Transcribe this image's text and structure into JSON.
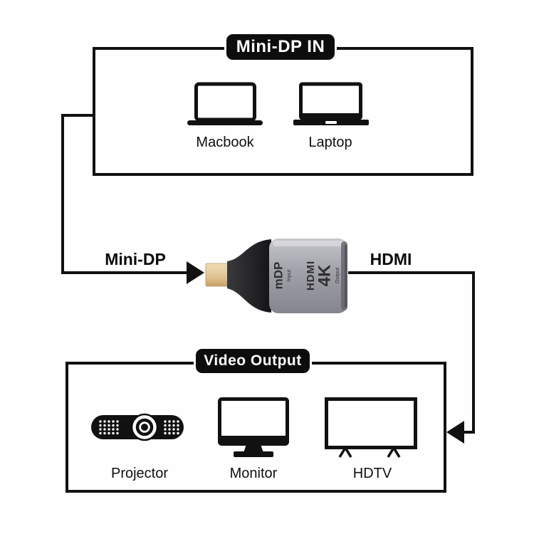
{
  "diagram": {
    "input_section": {
      "badge": "Mini-DP IN",
      "devices": [
        {
          "label": "Macbook",
          "icon": "macbook-icon"
        },
        {
          "label": "Laptop",
          "icon": "laptop-icon"
        }
      ]
    },
    "converter": {
      "left_port_label": "Mini-DP",
      "right_port_label": "HDMI",
      "body_markings": {
        "mdp": "mDP",
        "input": "Input",
        "hdmi": "HDMI",
        "four_k": "4K",
        "output": "Output"
      }
    },
    "output_section": {
      "badge": "Video Output",
      "devices": [
        {
          "label": "Projector",
          "icon": "projector-icon"
        },
        {
          "label": "Monitor",
          "icon": "monitor-icon"
        },
        {
          "label": "HDTV",
          "icon": "hdtv-icon"
        }
      ]
    },
    "colors": {
      "line": "#111111",
      "badge_background": "#0d0d0d",
      "badge_text": "#ffffff",
      "adapter_body_gray": "#9b9ba3",
      "adapter_plug_gold": "#dfc293",
      "adapter_plastic_black": "#1c1c1e"
    }
  }
}
